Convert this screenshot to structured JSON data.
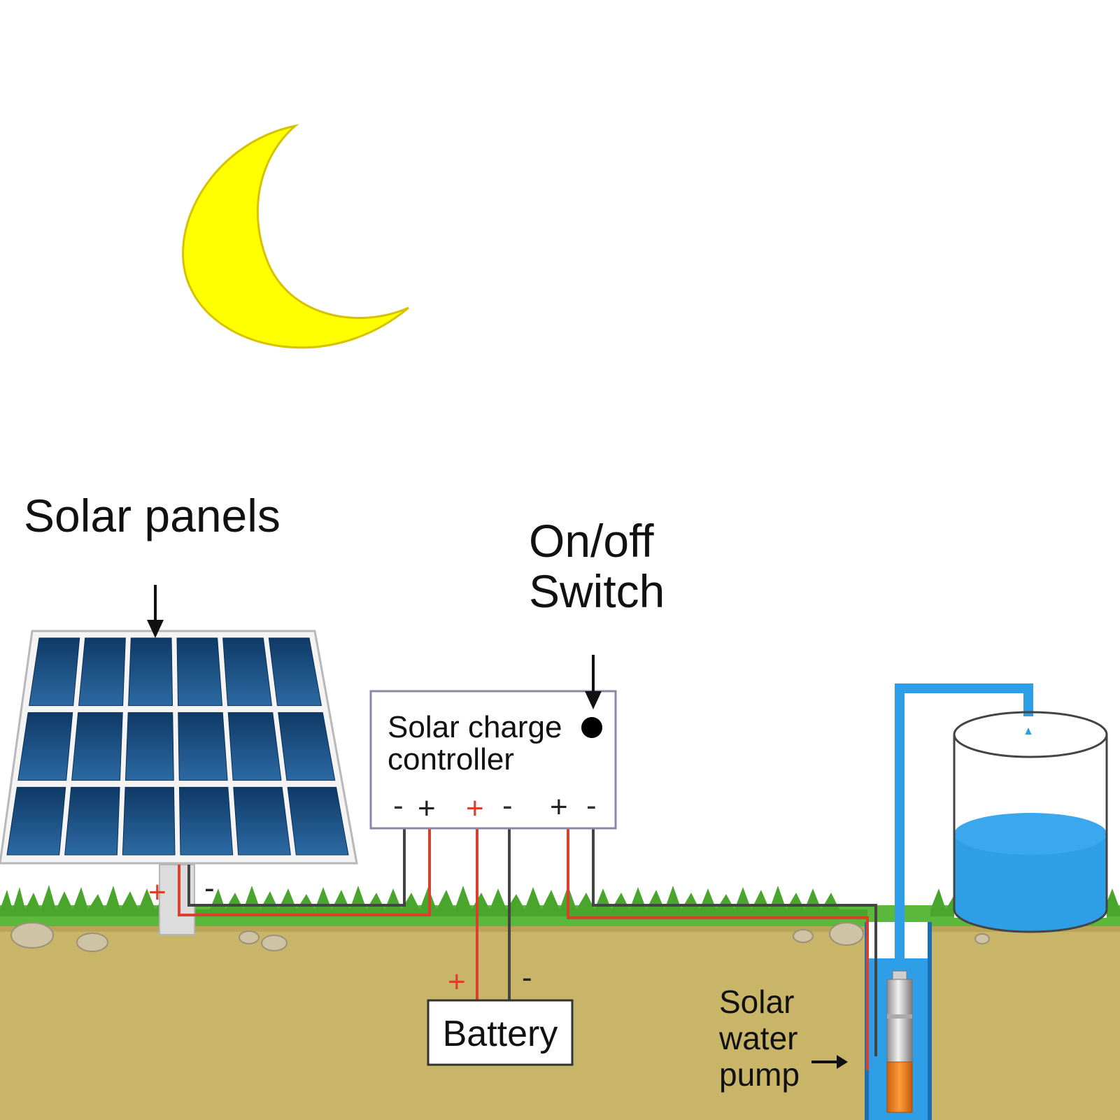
{
  "labels": {
    "solar_panels": "Solar panels",
    "switch_line1": "On/off",
    "switch_line2": "Switch",
    "controller_line1": "Solar charge",
    "controller_line2": "controller",
    "battery": "Battery",
    "pump_line1": "Solar",
    "pump_line2": "water",
    "pump_line3": "pump"
  },
  "terminals": {
    "controller": [
      "-",
      "+",
      "+",
      "-",
      "+",
      "-"
    ],
    "panel_plus": "+",
    "panel_minus": "-",
    "battery_plus": "+",
    "battery_minus": "-"
  },
  "colors": {
    "moon": "#ffff00",
    "panel_cell": "#1d4f80",
    "ground": "#c9b568",
    "grass": "#5bb83a",
    "water": "#2e9ee6",
    "wire_positive": "#d9402e",
    "wire_negative": "#444444",
    "pump_body": "#f0801e"
  },
  "icons": [
    "moon-icon",
    "solar-panel-icon",
    "water-tank-icon",
    "water-pump-icon",
    "arrow-icon"
  ]
}
